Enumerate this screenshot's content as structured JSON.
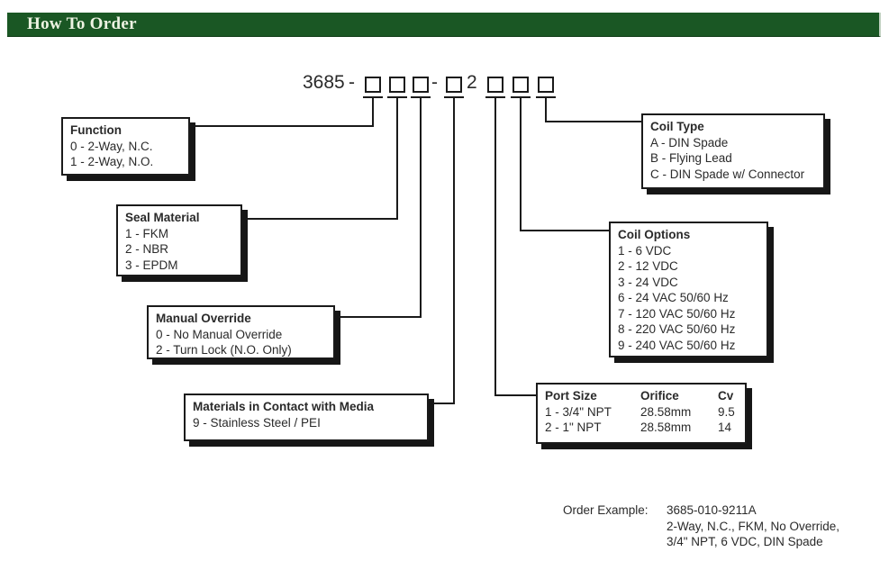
{
  "colors": {
    "header_bg": "#1a5724",
    "header_fg": "#edf3e2",
    "line": "#1a1a1a",
    "text": "#2a2a2a",
    "box_shadow": "#161616"
  },
  "header": {
    "title": "How To Order"
  },
  "part_number": {
    "prefix": "3685",
    "dash1": "-",
    "dash2": "-",
    "fixed_digit": "2"
  },
  "boxes": {
    "function": {
      "title": "Function",
      "items": [
        "0 - 2-Way, N.C.",
        "1 - 2-Way, N.O."
      ]
    },
    "seal_material": {
      "title": "Seal Material",
      "items": [
        "1 - FKM",
        "2 - NBR",
        "3 - EPDM"
      ]
    },
    "manual_override": {
      "title": "Manual Override",
      "items": [
        "0 - No Manual Override",
        "2 - Turn Lock (N.O. Only)"
      ]
    },
    "materials": {
      "title": "Materials in Contact with Media",
      "items": [
        "9 - Stainless Steel / PEI"
      ]
    },
    "coil_type": {
      "title": "Coil Type",
      "items": [
        "A - DIN Spade",
        "B - Flying Lead",
        "C - DIN Spade w/ Connector"
      ]
    },
    "coil_options": {
      "title": "Coil Options",
      "items": [
        "1 - 6 VDC",
        "2 - 12 VDC",
        "3 - 24 VDC",
        "6 - 24 VAC 50/60 Hz",
        "7 - 120 VAC 50/60 Hz",
        "8 - 220 VAC 50/60 Hz",
        "9 - 240 VAC 50/60 Hz"
      ]
    },
    "port_size": {
      "headers": [
        "Port Size",
        "Orifice",
        "Cv"
      ],
      "rows": [
        [
          "1 - 3/4\" NPT",
          "28.58mm",
          "9.5"
        ],
        [
          "2 - 1\" NPT",
          "28.58mm",
          "14"
        ]
      ]
    }
  },
  "order_example": {
    "label": "Order Example:",
    "lines": [
      "3685-010-9211A",
      "2-Way, N.C., FKM, No Override,",
      "3/4\" NPT, 6 VDC, DIN Spade"
    ]
  }
}
